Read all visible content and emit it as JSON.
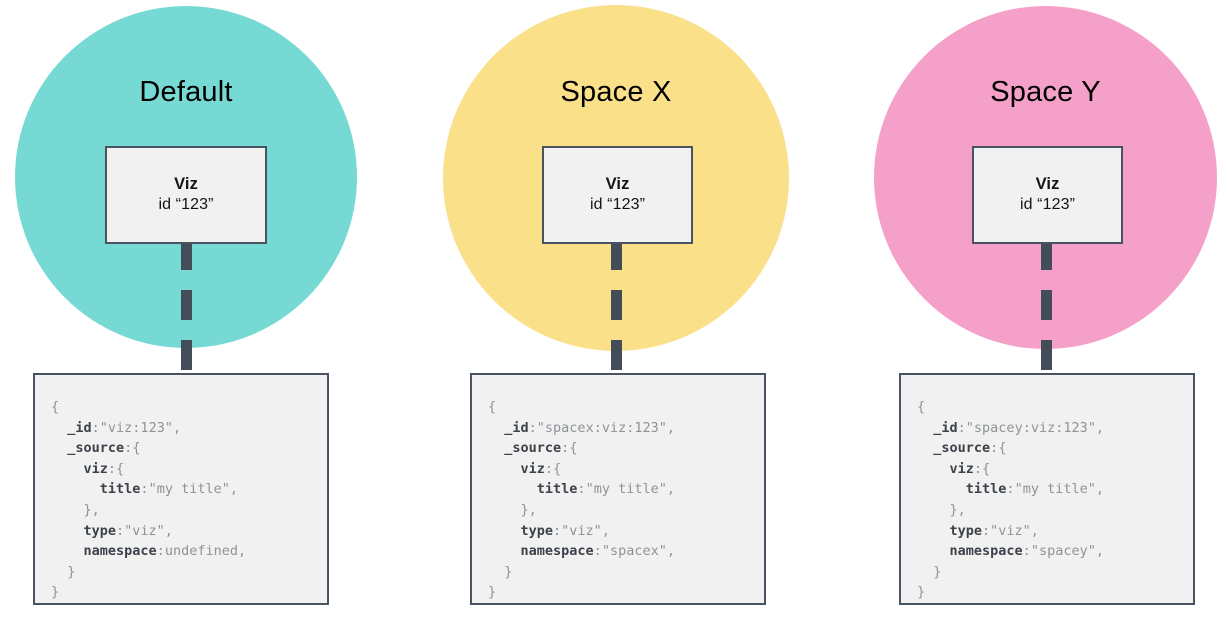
{
  "diagram": {
    "title_visible": false,
    "colors": {
      "circle_default": "#76d9d3",
      "circle_spacex": "#fbe08a",
      "circle_spacey": "#f5a0c8",
      "box_fill": "#f1f1f1",
      "box_border": "#4a5360",
      "connector": "#434d59",
      "code_key": "#3c4249",
      "code_value": "#8e9397"
    },
    "groups": [
      {
        "id": "default",
        "circle_label": "Default",
        "node": {
          "title": "Viz",
          "subtitle": "id “123”"
        },
        "document": {
          "lines": [
            {
              "indent": 0,
              "key": "",
              "punct": "{",
              "value": ""
            },
            {
              "indent": 1,
              "key": "_id",
              "punct": ":",
              "value": "\"viz:123\","
            },
            {
              "indent": 1,
              "key": "_source",
              "punct": ":",
              "value": "{"
            },
            {
              "indent": 2,
              "key": "viz",
              "punct": ":",
              "value": "{"
            },
            {
              "indent": 3,
              "key": "title",
              "punct": ":",
              "value": "\"my title\","
            },
            {
              "indent": 2,
              "key": "",
              "punct": "},",
              "value": ""
            },
            {
              "indent": 2,
              "key": "type",
              "punct": ":",
              "value": "\"viz\","
            },
            {
              "indent": 2,
              "key": "namespace",
              "punct": ":",
              "value": "undefined,"
            },
            {
              "indent": 1,
              "key": "",
              "punct": "}",
              "value": ""
            },
            {
              "indent": 0,
              "key": "",
              "punct": "}",
              "value": ""
            }
          ]
        }
      },
      {
        "id": "spacex",
        "circle_label": "Space X",
        "node": {
          "title": "Viz",
          "subtitle": "id “123”"
        },
        "document": {
          "lines": [
            {
              "indent": 0,
              "key": "",
              "punct": "{",
              "value": ""
            },
            {
              "indent": 1,
              "key": "_id",
              "punct": ":",
              "value": "\"spacex:viz:123\","
            },
            {
              "indent": 1,
              "key": "_source",
              "punct": ":",
              "value": "{"
            },
            {
              "indent": 2,
              "key": "viz",
              "punct": ":",
              "value": "{"
            },
            {
              "indent": 3,
              "key": "title",
              "punct": ":",
              "value": "\"my title\","
            },
            {
              "indent": 2,
              "key": "",
              "punct": "},",
              "value": ""
            },
            {
              "indent": 2,
              "key": "type",
              "punct": ":",
              "value": "\"viz\","
            },
            {
              "indent": 2,
              "key": "namespace",
              "punct": ":",
              "value": "\"spacex\","
            },
            {
              "indent": 1,
              "key": "",
              "punct": "}",
              "value": ""
            },
            {
              "indent": 0,
              "key": "",
              "punct": "}",
              "value": ""
            }
          ]
        }
      },
      {
        "id": "spacey",
        "circle_label": "Space Y",
        "node": {
          "title": "Viz",
          "subtitle": "id “123”"
        },
        "document": {
          "lines": [
            {
              "indent": 0,
              "key": "",
              "punct": "{",
              "value": ""
            },
            {
              "indent": 1,
              "key": "_id",
              "punct": ":",
              "value": "\"spacey:viz:123\","
            },
            {
              "indent": 1,
              "key": "_source",
              "punct": ":",
              "value": "{"
            },
            {
              "indent": 2,
              "key": "viz",
              "punct": ":",
              "value": "{"
            },
            {
              "indent": 3,
              "key": "title",
              "punct": ":",
              "value": "\"my title\","
            },
            {
              "indent": 2,
              "key": "",
              "punct": "},",
              "value": ""
            },
            {
              "indent": 2,
              "key": "type",
              "punct": ":",
              "value": "\"viz\","
            },
            {
              "indent": 2,
              "key": "namespace",
              "punct": ":",
              "value": "\"spacey\","
            },
            {
              "indent": 1,
              "key": "",
              "punct": "}",
              "value": ""
            },
            {
              "indent": 0,
              "key": "",
              "punct": "}",
              "value": ""
            }
          ]
        }
      }
    ]
  }
}
